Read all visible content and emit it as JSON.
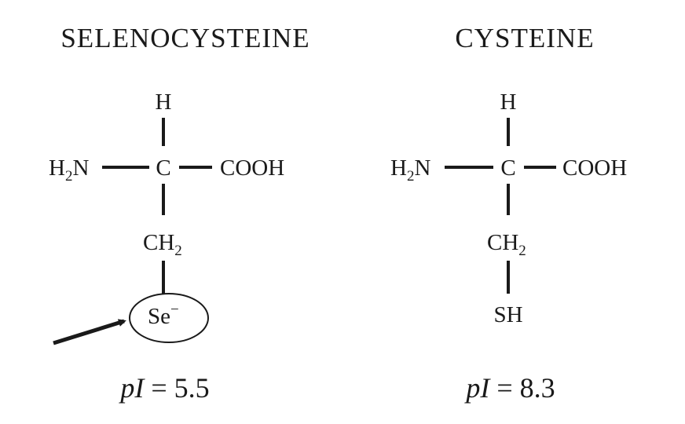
{
  "left": {
    "title": "SELENOCYSTEINE",
    "top": "H",
    "amine": "H",
    "amine_sub": "2",
    "amine_n": "N",
    "center": "C",
    "acid": "COOH",
    "ch": "CH",
    "ch_sub": "2",
    "side": "Se",
    "side_charge": "−",
    "pi_label": "pI",
    "pi_value": " = 5.5"
  },
  "right": {
    "title": "CYSTEINE",
    "top": "H",
    "amine": "H",
    "amine_sub": "2",
    "amine_n": "N",
    "center": "C",
    "acid": "COOH",
    "ch": "CH",
    "ch_sub": "2",
    "side": "SH",
    "pi_label": "pI",
    "pi_value": " = 8.3"
  }
}
